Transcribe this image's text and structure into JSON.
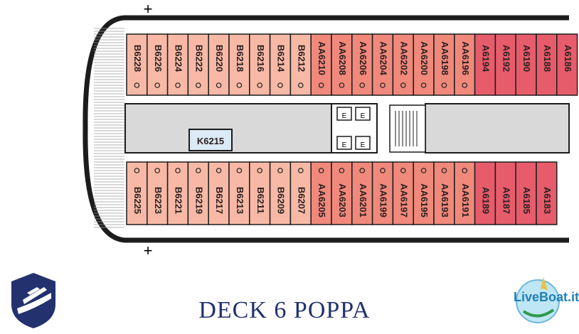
{
  "title": "DECK  6  POPPA",
  "watermark": "LiveBoat.it",
  "top_row": [
    "B6228",
    "B6226",
    "B6224",
    "B6222",
    "B6220",
    "B6218",
    "B6216",
    "B6214",
    "B6212",
    "AA6210",
    "AA6208",
    "AA6206",
    "AA6204",
    "AA6202",
    "AA6200",
    "AA6198",
    "AA6196",
    "A6194",
    "A6192",
    "A6190",
    "A6188",
    "A6186"
  ],
  "bottom_row": [
    "B6225",
    "B6223",
    "B6221",
    "B6219",
    "B6217",
    "B6213",
    "B6211",
    "B6209",
    "B6207",
    "AA6205",
    "AA6203",
    "AA6201",
    "AA6199",
    "AA6197",
    "AA6195",
    "AA6193",
    "AA6191",
    "A6189",
    "A6187",
    "A6185",
    "A6183"
  ],
  "corridor_cabin": "K6215",
  "lift_label": "E",
  "plus_sign": "+",
  "colors": {
    "B": "#f7b9a6",
    "AA": "#f0897b",
    "A": "#e75c6b",
    "corridor": "#d9d9d9",
    "hull": "#1c1c1c",
    "title": "#23316f"
  }
}
